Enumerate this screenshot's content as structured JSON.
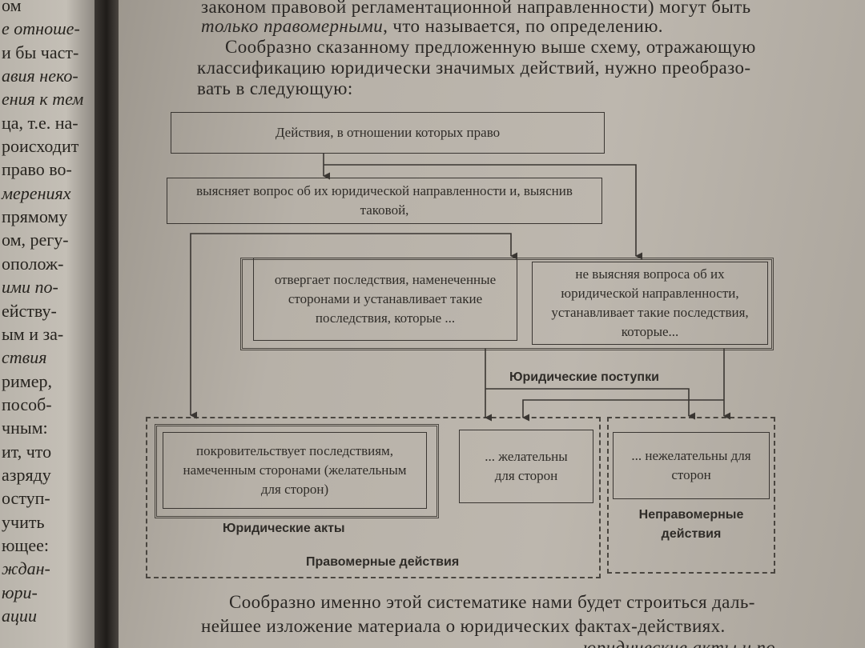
{
  "left_page_lines": [
    {
      "text": "ом",
      "italic": false
    },
    {
      "text": "е отноше-",
      "italic": true
    },
    {
      "text": "и бы част-",
      "italic": false
    },
    {
      "text": "авия неко-",
      "italic": true
    },
    {
      "text": "ения к тем",
      "italic": true
    },
    {
      "text": "ца, т.е. на-",
      "italic": false
    },
    {
      "text": "роисходит",
      "italic": false
    },
    {
      "text": "право во-",
      "italic": false
    },
    {
      "text": "мерениях",
      "italic": true
    },
    {
      "text": "прямому",
      "italic": false
    },
    {
      "text": "ом, регу-",
      "italic": false
    },
    {
      "text": "ополож-",
      "italic": false
    },
    {
      "text": "ими по-",
      "italic": true
    },
    {
      "text": "ейству-",
      "italic": false
    },
    {
      "text": "ым и за-",
      "italic": false
    },
    {
      "text": "ствия",
      "italic": true
    },
    {
      "text": "ример,",
      "italic": false
    },
    {
      "text": "пособ-",
      "italic": false
    },
    {
      "text": "чным:",
      "italic": false
    },
    {
      "text": "ит, что",
      "italic": false
    },
    {
      "text": "азряду",
      "italic": false
    },
    {
      "text": "оступ-",
      "italic": false
    },
    {
      "text": "учить",
      "italic": false
    },
    {
      "text": "ющее:",
      "italic": false
    },
    {
      "text": "ждан-",
      "italic": true
    },
    {
      "text": "юри-",
      "italic": true
    },
    {
      "text": "ации",
      "italic": true
    }
  ],
  "top_text": {
    "line1": "законом правовой регламентационной направленности) могут быть",
    "line2_italic": "только правомерными",
    "line2_rest": ", что называется, по определению.",
    "line3": "Сообразно сказанному предложенную выше схему, отражающую",
    "line4": "классификацию юридически значимых действий, нужно преобразо-",
    "line5": "вать в следующую:"
  },
  "diagram": {
    "box_root": "Действия, в отношении которых право",
    "box_clarifies": "выясняет вопрос об их юридической направленности и, выяснив таковой,",
    "box_rejects": "отвергает последствия, наменеченные сторонами и устанавливает такие последствия, которые ...",
    "box_not_clarify": "не выясняя вопроса об их юридической направленности, устанавливает такие последствия, которые...",
    "box_favors": "покровительствует последствиям, намеченным сторонами (желательным для сторон)",
    "box_desirable": "... желательны для сторон",
    "box_undesirable": "... нежелательны для сторон",
    "label_acts": "Юридические поступки",
    "label_legal_acts": "Юридические акты",
    "label_lawful": "Правомерные действия",
    "label_unlawful": "Неправомерные действия"
  },
  "bottom_text": {
    "line1": "Сообразно именно этой систематике нами будет строиться даль-",
    "line2": "нейшее изложение материала о юридических фактах-действиях.",
    "line3_partial": "юридические акты и по-"
  }
}
